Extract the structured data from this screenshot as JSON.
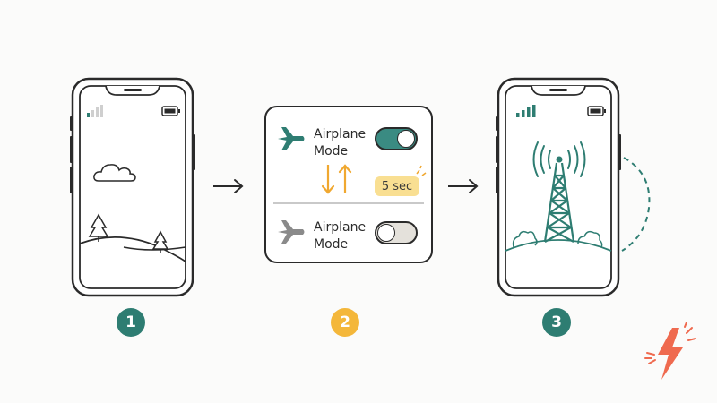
{
  "panel": {
    "top_label_line1": "Airplane",
    "top_label_line2": "Mode",
    "bottom_label_line1": "Airplane",
    "bottom_label_line2": "Mode",
    "timer_badge": "5 sec",
    "top_toggle_on": true,
    "bottom_toggle_on": false
  },
  "steps": [
    {
      "number": "1",
      "color": "#2e7d72"
    },
    {
      "number": "2",
      "color": "#f4b73a"
    },
    {
      "number": "3",
      "color": "#2e7d72"
    }
  ],
  "colors": {
    "teal": "#2e7d72",
    "teal_toggle": "#3a8b82",
    "orange": "#f0a830",
    "grey_plane": "#8a8a8a",
    "accent_red": "#ef6a4f",
    "ink": "#2a2a2a"
  },
  "icons": {
    "plane_on": "airplane-icon",
    "plane_off": "airplane-icon",
    "signal_weak": "signal-weak-icon",
    "signal_strong": "signal-strong-icon",
    "battery": "battery-icon",
    "tower": "cell-tower-icon",
    "bolt": "lightning-bolt-icon"
  }
}
